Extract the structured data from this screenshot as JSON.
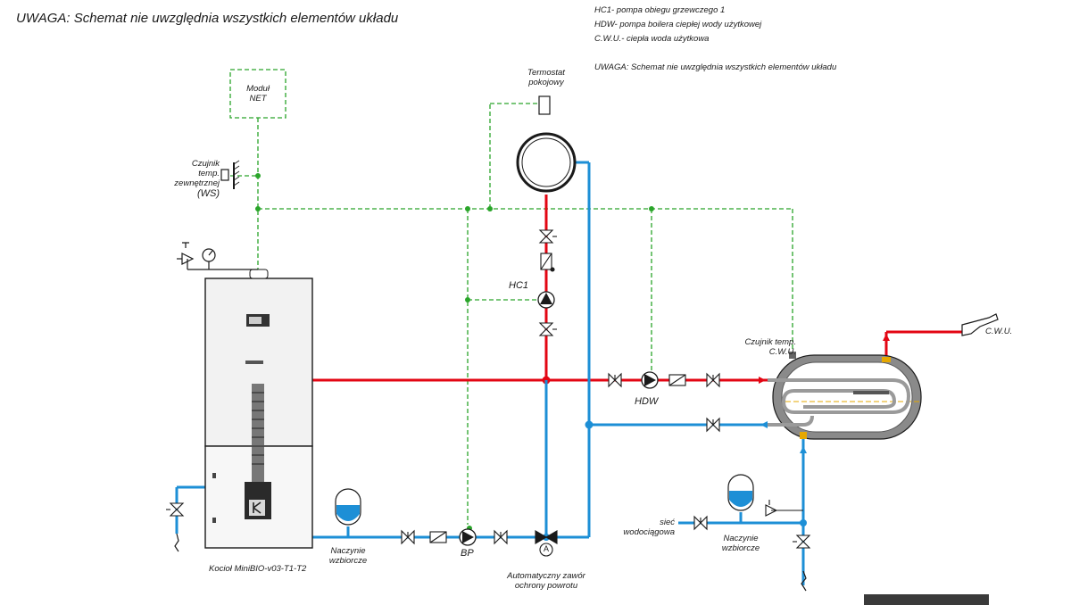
{
  "title_note": "UWAGA: Schemat nie uwzględnia wszystkich elementów układu",
  "legend": [
    "HC1- pompa obiegu grzewczego 1",
    "HDW- pompa boilera ciepłej wody użytkowej",
    "C.W.U.- ciepła woda użytkowa",
    "",
    "UWAGA: Schemat nie uwzględnia wszystkich elementów układu"
  ],
  "labels": {
    "modul_net": [
      "Moduł",
      "NET"
    ],
    "termostat": [
      "Termostat",
      "pokojowy"
    ],
    "czujnik_zew": [
      "Czujnik",
      "temp.",
      "zewnętrznej",
      "(WS)"
    ],
    "hc1": "HC1",
    "hdw": "HDW",
    "bp": "BP",
    "czujnik_cwu": [
      "Czujnik temp.",
      "C.W.U."
    ],
    "cwu": "C.W.U.",
    "siec": [
      "sieć",
      "wodociągowa"
    ],
    "naczynie_left": [
      "Naczynie",
      "wzbiorcze"
    ],
    "naczynie_right": [
      "Naczynie",
      "wzbiorcze"
    ],
    "kociol": "Kocioł MiniBIO-v03-T1-T2",
    "zawor": [
      "Automatyczny zawór",
      "ochrony powrotu"
    ],
    "valve_a": "A"
  },
  "colors": {
    "supply": "#e30613",
    "return": "#1d8fd6",
    "control": "#2aa52a",
    "outline": "#1a1a1a",
    "boiler_body": "#f4f4f4",
    "tank_shell": "#8a8a8a"
  }
}
